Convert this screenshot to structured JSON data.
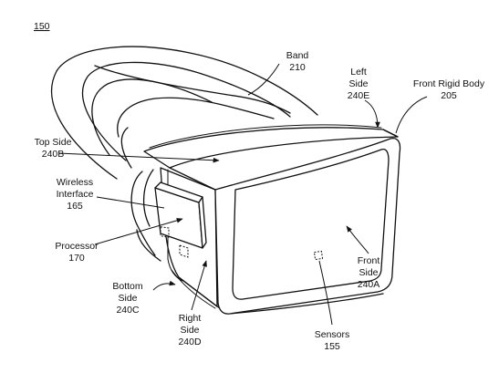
{
  "figure": {
    "number": "150",
    "labels": {
      "band": [
        "Band",
        "210"
      ],
      "left_side": [
        "Left",
        "Side",
        "240E"
      ],
      "front_rigid_body": [
        "Front Rigid Body",
        "205"
      ],
      "top_side": [
        "Top Side",
        "240B"
      ],
      "wireless_interface": [
        "Wireless",
        "Interface",
        "165"
      ],
      "processor": [
        "Processor",
        "170"
      ],
      "front_side": [
        "Front",
        "Side",
        "240A"
      ],
      "bottom_side": [
        "Bottom",
        "Side",
        "240C"
      ],
      "right_side": [
        "Right",
        "Side",
        "240D"
      ],
      "sensors": [
        "Sensors",
        "155"
      ]
    }
  }
}
